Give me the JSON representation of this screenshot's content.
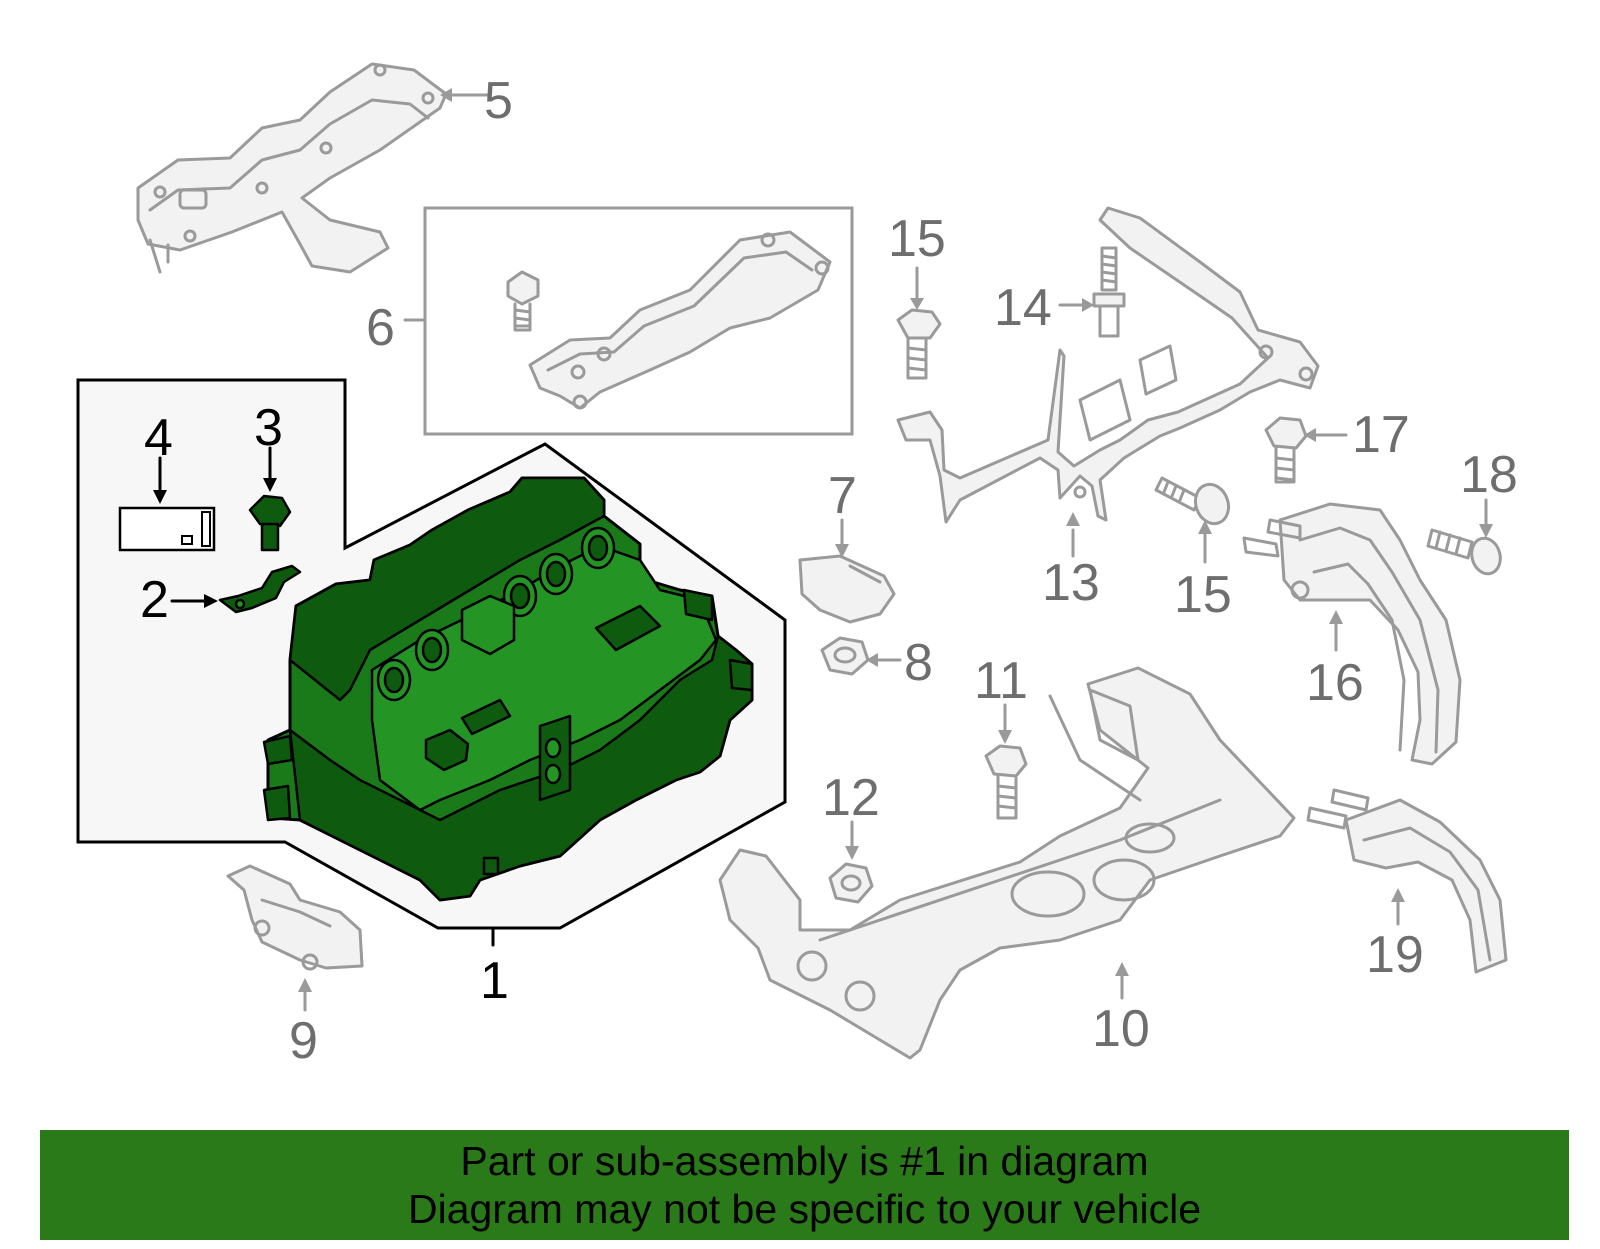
{
  "callouts": {
    "c1": "1",
    "c2": "2",
    "c3": "3",
    "c4": "4",
    "c5": "5",
    "c6": "6",
    "c7": "7",
    "c8": "8",
    "c9": "9",
    "c10": "10",
    "c11": "11",
    "c12": "12",
    "c13": "13",
    "c14": "14",
    "c15a": "15",
    "c15b": "15",
    "c16": "16",
    "c17": "17",
    "c18": "18",
    "c19": "19"
  },
  "banner": {
    "line1": "Part or sub-assembly is #1 in diagram",
    "line2": "Diagram may not be specific to your vehicle"
  },
  "colors": {
    "highlight": "#1a7a1a",
    "banner": "#2a7a1a",
    "outline": "#9a9a9a"
  }
}
